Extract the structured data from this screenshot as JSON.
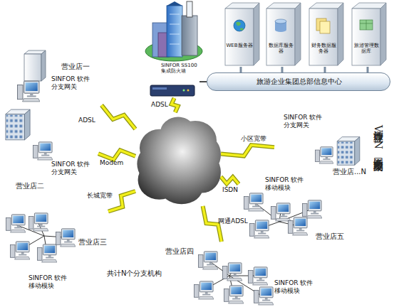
{
  "diagram": {
    "title": "旅游行业VPN网络方案架构图",
    "nodes": [
      {
        "text": [
          "SINFOR SS100 集成防火墙"
        ]
      },
      {
        "text": [
          "旅游企业集团总部信息中心"
        ]
      },
      {
        "text": [
          "WEB服务器"
        ]
      },
      {
        "text": [
          "数据库服务器"
        ]
      },
      {
        "text": [
          "财务数据服务器"
        ]
      },
      {
        "text": [
          "旅游管理数据库"
        ]
      },
      {
        "text": []
      },
      {
        "text": [
          "营业店一",
          "SINFOR 软件 分支网关"
        ]
      },
      {
        "text": [
          "SINFOR 软件 分支网关",
          "营业店二"
        ]
      },
      {
        "text": [
          "营业店三",
          "SINFOR 软件 移动模块"
        ]
      },
      {
        "text": [
          "营业店四",
          "SINFOR 软件 移动模块"
        ]
      },
      {
        "text": [
          "SINFOR 软件 移动模块",
          "营业店五"
        ]
      },
      {
        "text": [
          "SINFOR 软件 分支网关",
          "营业店...N"
        ]
      }
    ],
    "edges": [
      {
        "from": 0,
        "to": 1,
        "arrow": "none"
      },
      {
        "from": 1,
        "to": 2,
        "arrow": "none"
      },
      {
        "from": 1,
        "to": 3,
        "arrow": "none"
      },
      {
        "from": 1,
        "to": 4,
        "arrow": "none"
      },
      {
        "from": 1,
        "to": 5,
        "arrow": "none"
      },
      {
        "from": 0,
        "to": 6,
        "label": "ADSL",
        "arrow": "none"
      },
      {
        "from": 6,
        "to": 7,
        "label": "ADSL",
        "arrow": "none"
      },
      {
        "from": 6,
        "to": 8,
        "label": "Modem",
        "arrow": "none"
      },
      {
        "from": 6,
        "to": 9,
        "label": "长城宽带",
        "arrow": "none"
      },
      {
        "from": 6,
        "to": 10,
        "label": "网通ADSL",
        "arrow": "none"
      },
      {
        "from": 6,
        "to": 11,
        "label": "ISDN",
        "arrow": "none"
      },
      {
        "from": 6,
        "to": 12,
        "label": "小区宽带",
        "arrow": "none"
      }
    ],
    "labels": [
      "共计N个分支机构"
    ]
  }
}
